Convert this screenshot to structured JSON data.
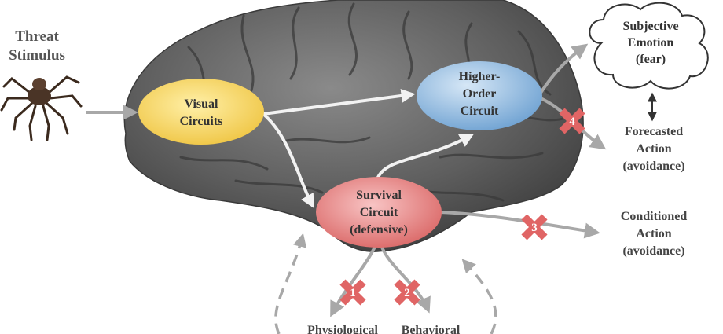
{
  "title": [
    "Threat",
    "Stimulus"
  ],
  "nodes": {
    "visual": [
      "Visual",
      "Circuits"
    ],
    "higher": [
      "Higher-",
      "Order",
      "Circuit"
    ],
    "survival": [
      "Survival",
      "Circuit",
      "(defensive)"
    ],
    "emotion": [
      "Subjective",
      "Emotion",
      "(fear)"
    ]
  },
  "outputs": {
    "forecasted": [
      "Forecasted",
      "Action",
      "(avoidance)"
    ],
    "conditioned": [
      "Conditioned",
      "Action",
      "(avoidance)"
    ],
    "physiological": "Physiological",
    "behavioral": "Behavioral"
  },
  "blocked_markers": [
    "1",
    "2",
    "3",
    "4"
  ],
  "colors": {
    "visual_fill": "#f3d35a",
    "higher_fill": "#8db7dd",
    "survival_fill": "#e07b7b",
    "cross": "#e06565",
    "arrow": "#a8a8a8",
    "brain": "#5c5c5c"
  }
}
